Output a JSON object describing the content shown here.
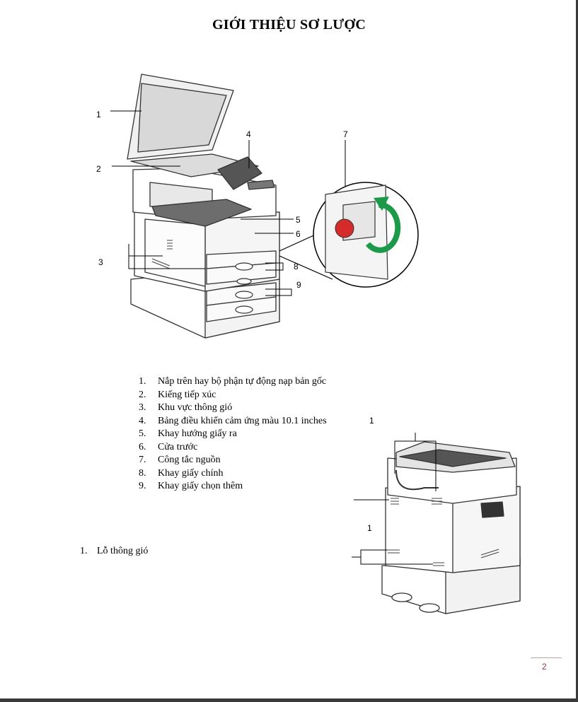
{
  "title": "GIỚI THIỆU SƠ LƯỢC",
  "front_figure": {
    "callouts": [
      "1",
      "2",
      "3",
      "4",
      "5",
      "6",
      "7",
      "8",
      "9"
    ]
  },
  "parts_list": [
    {
      "num": "1.",
      "text": "Nắp trên hay bộ phận tự động nạp bản gốc"
    },
    {
      "num": "2.",
      "text": "Kiếng tiếp xúc"
    },
    {
      "num": "3.",
      "text": "Khu vực thông gió"
    },
    {
      "num": "4.",
      "text": "Bảng điều khiển cảm ứng màu 10.1 inches"
    },
    {
      "num": "5.",
      "text": "Khay hướng giấy ra"
    },
    {
      "num": "6.",
      "text": "Cửa trước"
    },
    {
      "num": "7.",
      "text": "Công tắc nguồn"
    },
    {
      "num": "8.",
      "text": "Khay giấy chính"
    },
    {
      "num": "9.",
      "text": "Khay giấy chọn thêm"
    }
  ],
  "rear_figure": {
    "callout_top": "1",
    "callout_mid": "1"
  },
  "rear_list": [
    {
      "num": "1.",
      "text": "Lỗ thông gió"
    }
  ],
  "page_number": "2"
}
